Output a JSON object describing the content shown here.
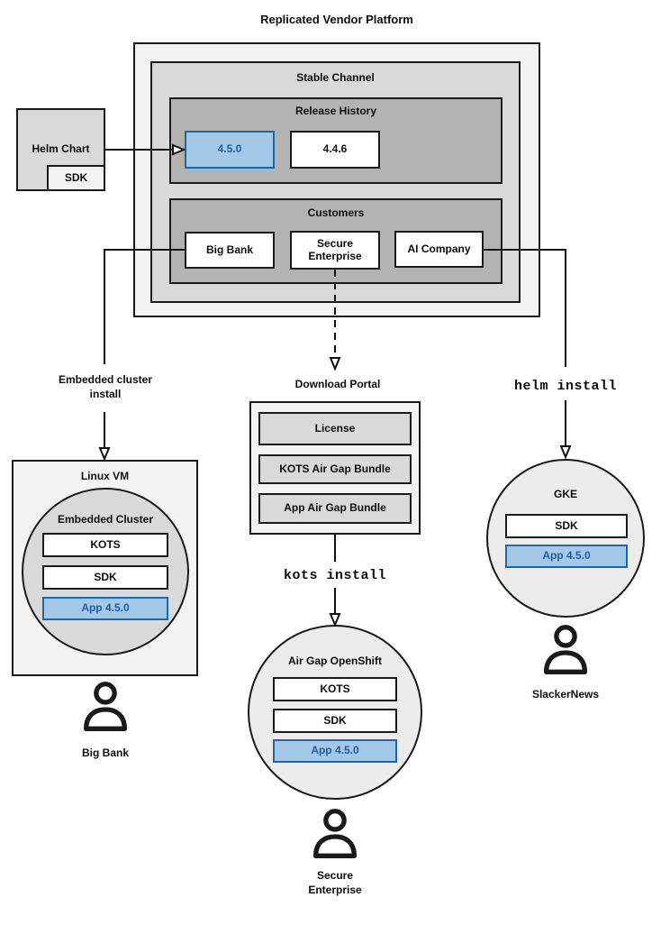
{
  "colors": {
    "highlight_fill": "#a5c8e9",
    "highlight_border": "#1f66a9",
    "highlight_text": "#1b60a6",
    "container_light": "#f3f3f3",
    "container_medium": "#d9d9d9",
    "container_dark": "#b3b3b3",
    "circle_fill": "#ececec",
    "line": "#111111"
  },
  "title": "Replicated Vendor Platform",
  "platform": {
    "channel_title": "Stable Channel",
    "release_history": {
      "title": "Release History",
      "releases": [
        {
          "version": "4.5.0",
          "highlighted": true
        },
        {
          "version": "4.4.6",
          "highlighted": false
        }
      ]
    },
    "customers": {
      "title": "Customers",
      "items": [
        {
          "name": "Big Bank"
        },
        {
          "name": "Secure Enterprise"
        },
        {
          "name": "AI Company"
        }
      ]
    }
  },
  "helm_chart": {
    "title": "Helm Chart",
    "sdk": "SDK"
  },
  "download_portal": {
    "title": "Download Portal",
    "items": [
      {
        "name": "License"
      },
      {
        "name": "KOTS Air Gap Bundle"
      },
      {
        "name": "App Air Gap Bundle"
      }
    ]
  },
  "flows": {
    "embedded_install": "Embedded cluster install",
    "kots_install": "kots install",
    "helm_install": "helm install"
  },
  "deployments": {
    "linux_vm": {
      "title": "Linux VM",
      "cluster_title": "Embedded Cluster",
      "kots": "KOTS",
      "sdk": "SDK",
      "app": "App 4.5.0",
      "user": "Big Bank"
    },
    "air_gap_openshift": {
      "title": "Air Gap OpenShift",
      "kots": "KOTS",
      "sdk": "SDK",
      "app": "App 4.5.0",
      "user": "Secure Enterprise"
    },
    "gke": {
      "title": "GKE",
      "sdk": "SDK",
      "app": "App 4.5.0",
      "user": "SlackerNews"
    }
  }
}
